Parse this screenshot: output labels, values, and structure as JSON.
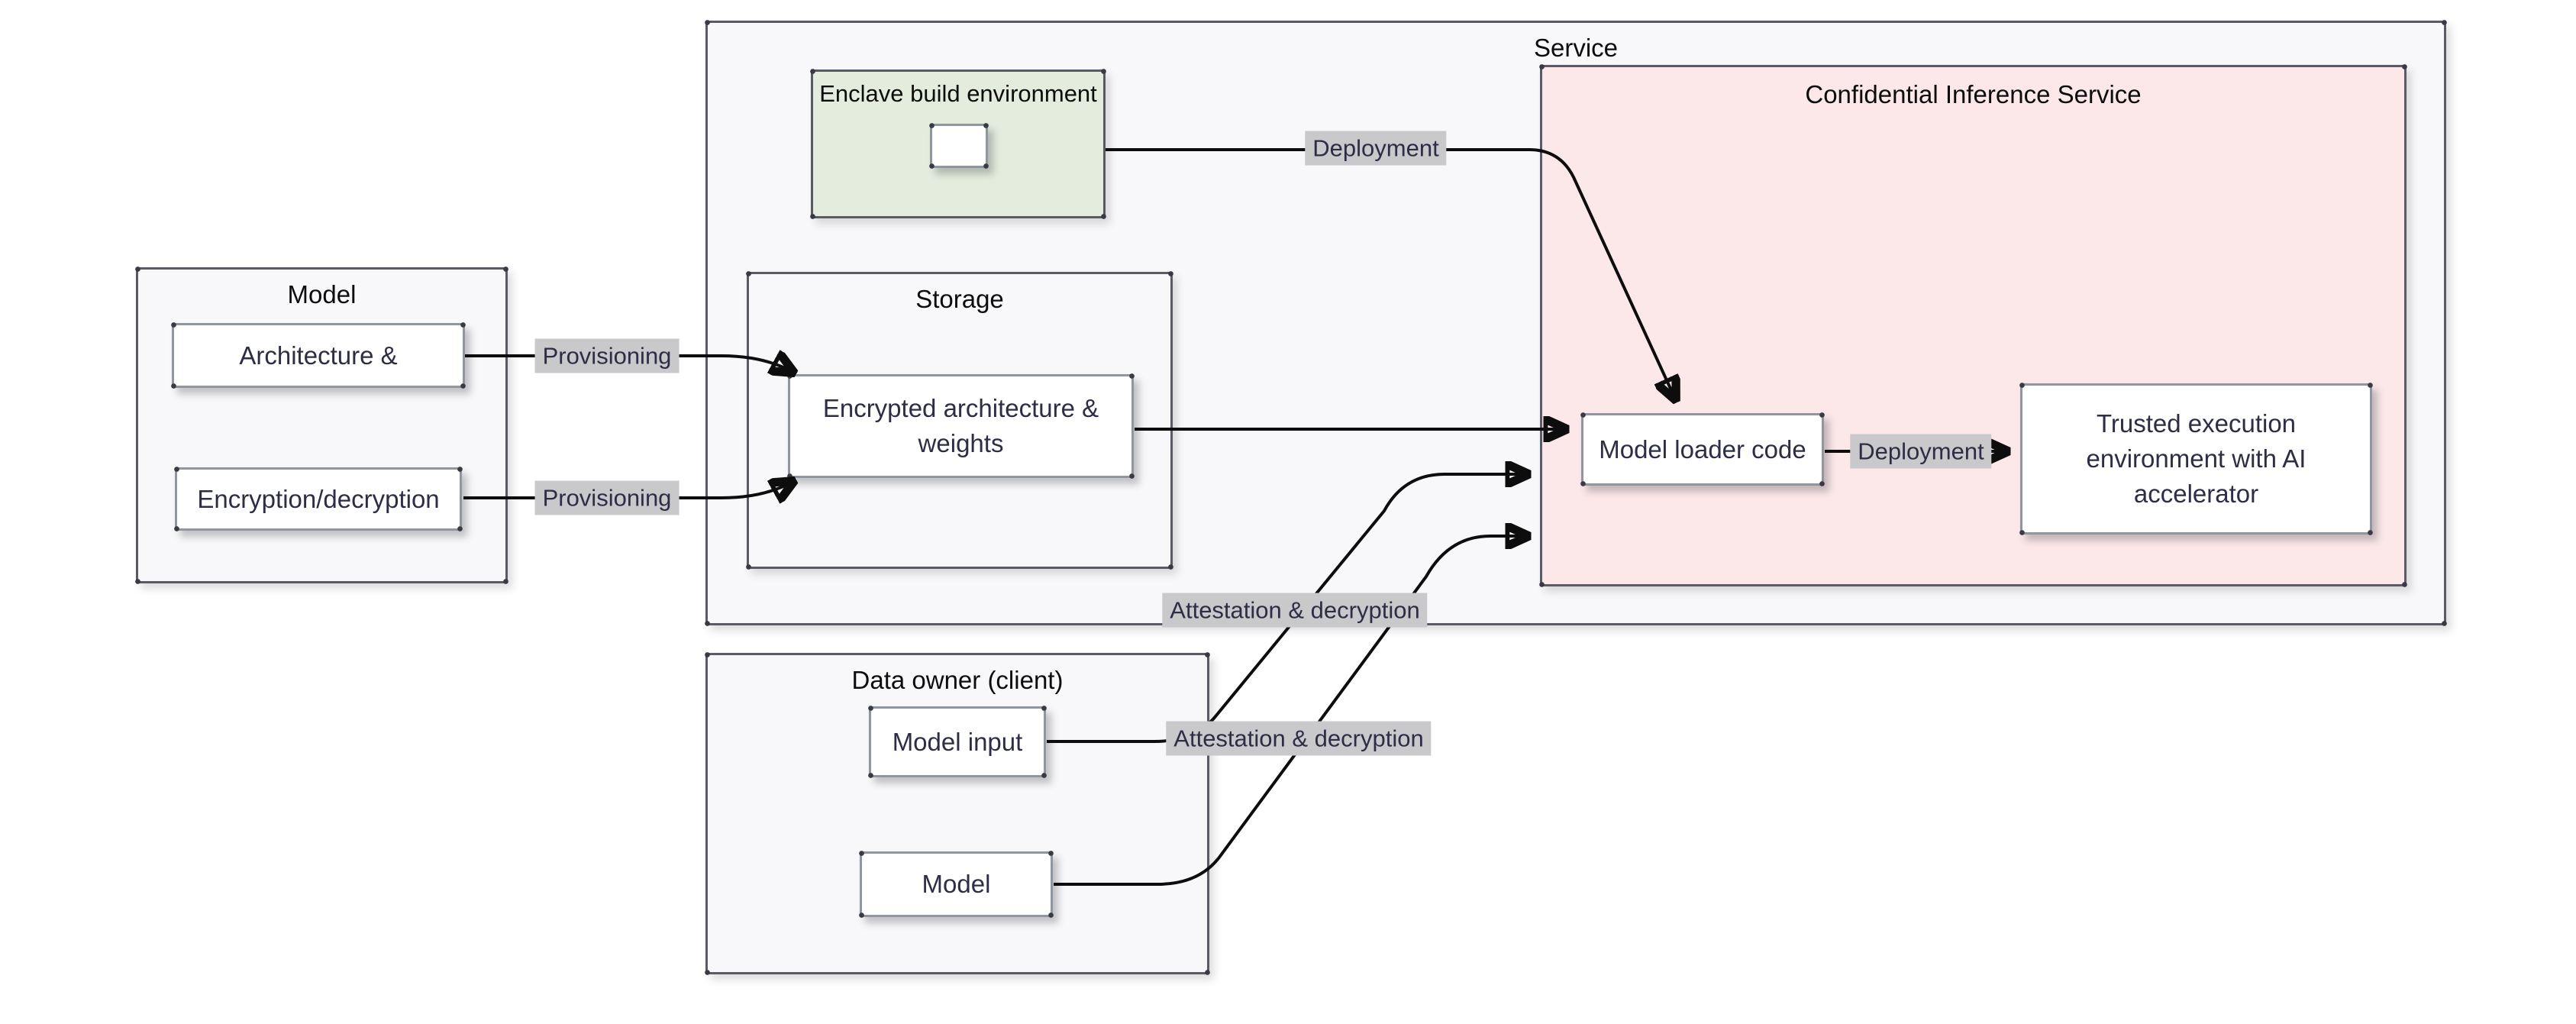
{
  "colors": {
    "canvas_bg": "#ffffff",
    "container_fill": "#f8f8fa",
    "container_border": "#5a5a64",
    "node_fill": "#ffffff",
    "node_border": "#9096a0",
    "green_fill": "#e3ecdd",
    "pink_fill": "#fce8e9",
    "label_bg": "#c9c9cc",
    "label_text": "#2d2d46",
    "node_text": "#2d2d46",
    "title_text": "#0d0d0d",
    "line_color": "#0d0d0d"
  },
  "containers": {
    "service": {
      "title": "Service"
    },
    "enclave": {
      "title": "Enclave build environment"
    },
    "storage": {
      "title": "Storage"
    },
    "cis": {
      "title": "Confidential Inference Service"
    },
    "model": {
      "title": "Model"
    },
    "data_owner": {
      "title": "Data owner (client)"
    }
  },
  "nodes": {
    "architecture": {
      "label": "Architecture &"
    },
    "encryption": {
      "label": "Encryption/decryption"
    },
    "encrypted_weights": {
      "label": "Encrypted architecture & weights"
    },
    "model_loader": {
      "label": "Model loader code"
    },
    "tee": {
      "label": "Trusted execution environment with AI accelerator"
    },
    "model_input": {
      "label": "Model input"
    },
    "client_model": {
      "label": "Model"
    }
  },
  "edge_labels": {
    "provisioning_top": "Provisioning",
    "provisioning_bottom": "Provisioning",
    "deployment_enclave": "Deployment",
    "deployment_loader": "Deployment",
    "attestation_top": "Attestation & decryption",
    "attestation_bottom": "Attestation & decryption"
  }
}
